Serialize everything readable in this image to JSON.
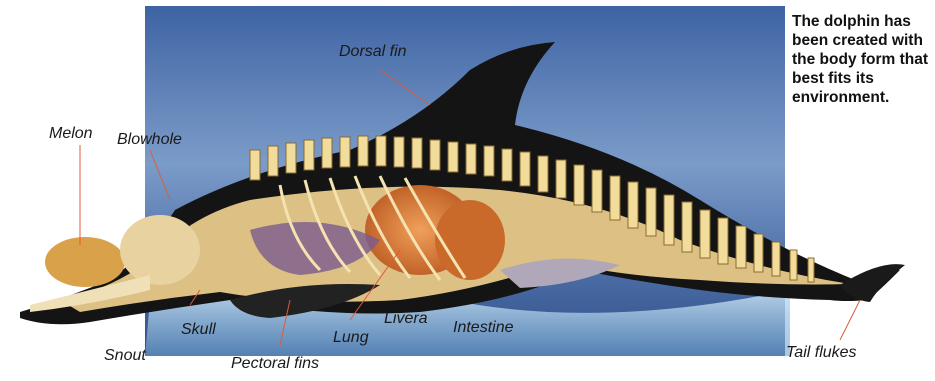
{
  "caption": "The dolphin has been created with the body form that best fits its environment.",
  "labels": {
    "dorsal_fin": "Dorsal fin",
    "melon": "Melon",
    "blowhole": "Blowhole",
    "skull": "Skull",
    "snout": "Snout",
    "pectoral_fins": "Pectoral fins",
    "lung": "Lung",
    "livera": "Livera",
    "intestine": "Intestine",
    "tail_flukes": "Tail flukes"
  },
  "colors": {
    "sky": "#5d86b8",
    "body_dark": "#141414",
    "bone": "#e8c98a",
    "organ_orange": "#d9762e",
    "organ_purple": "#7a5b8f",
    "pointer": "#e05a3a"
  }
}
